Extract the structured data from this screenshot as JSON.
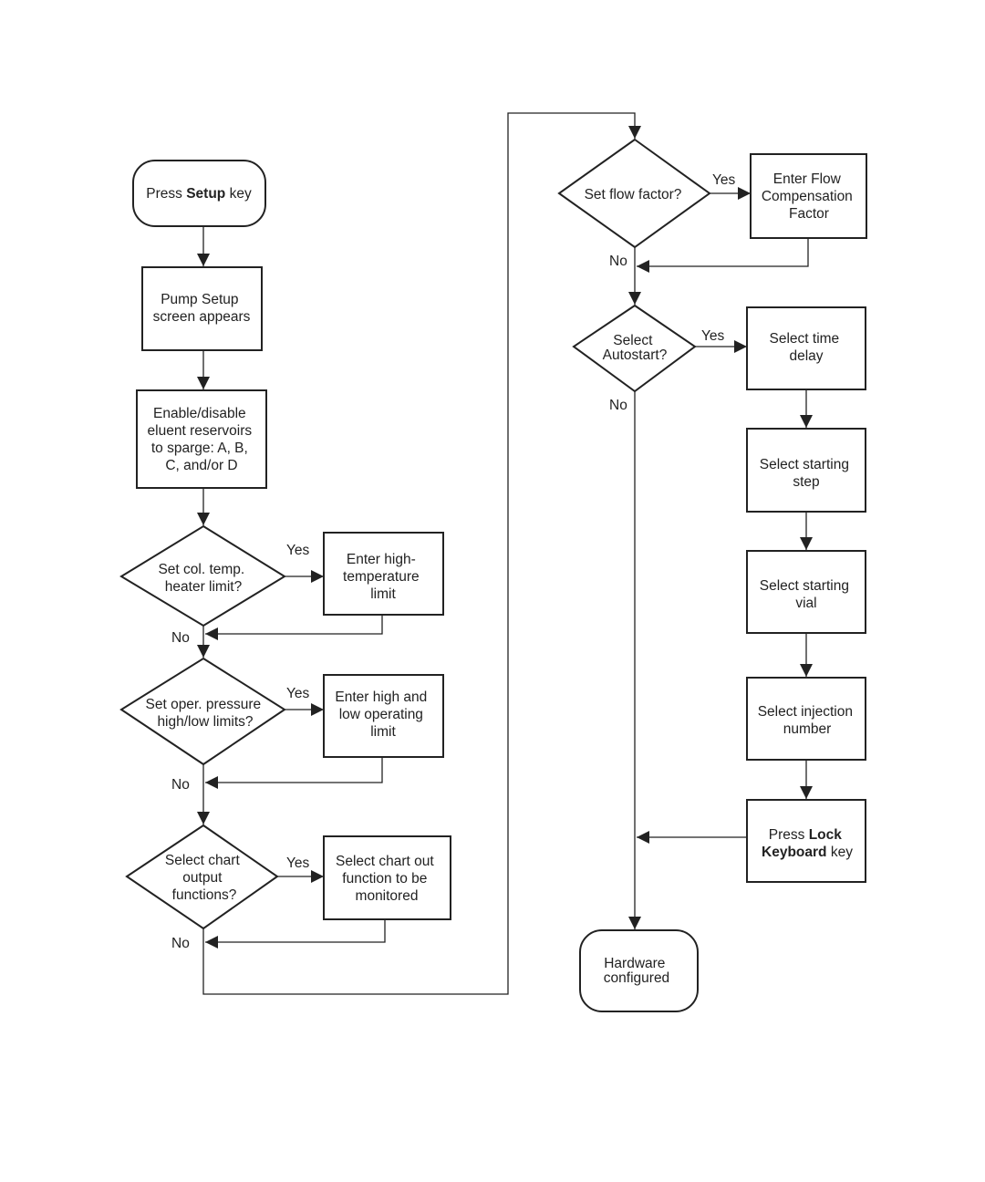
{
  "nodes": {
    "start": {
      "pre": "Press ",
      "bold": "Setup",
      "post": " key"
    },
    "pump_setup": {
      "lines": [
        "Pump Setup",
        "screen appears"
      ]
    },
    "sparge": {
      "lines": [
        "Enable/disable",
        "eluent reservoirs",
        "to sparge: A, B,",
        "C, and/or D"
      ]
    },
    "dec_col_temp": {
      "lines": [
        "Set col. temp.",
        "heater limit?"
      ]
    },
    "high_temp": {
      "lines": [
        "Enter high-",
        "temperature",
        "limit"
      ]
    },
    "dec_pressure": {
      "lines": [
        "Set oper. pressure",
        "high/low limits?"
      ]
    },
    "op_limit": {
      "lines": [
        "Enter high and",
        "low operating",
        "limit"
      ]
    },
    "dec_chart": {
      "lines": [
        "Select chart",
        "output",
        "functions?"
      ]
    },
    "chart_func": {
      "lines": [
        "Select chart out",
        "function to be",
        "monitored"
      ]
    },
    "dec_flow": {
      "lines": [
        "Set flow factor?"
      ]
    },
    "flow_comp": {
      "lines": [
        "Enter Flow",
        "Compensation",
        "Factor"
      ]
    },
    "dec_autostart": {
      "lines": [
        "Select",
        "Autostart?"
      ]
    },
    "time_delay": {
      "lines": [
        "Select time",
        "delay"
      ]
    },
    "start_step": {
      "lines": [
        "Select starting",
        "step"
      ]
    },
    "start_vial": {
      "lines": [
        "Select starting",
        "vial"
      ]
    },
    "inj_number": {
      "lines": [
        "Select injection",
        "number"
      ]
    },
    "lock_kb": {
      "line1_pre": "Press ",
      "line1_bold": "Lock",
      "line2_bold": "Keyboard",
      "line2_post": " key"
    },
    "end": {
      "lines": [
        "Hardware",
        "configured"
      ]
    }
  },
  "edge_labels": {
    "yes": "Yes",
    "no": "No"
  },
  "colors": {
    "stroke": "#222222",
    "background": "#ffffff"
  }
}
